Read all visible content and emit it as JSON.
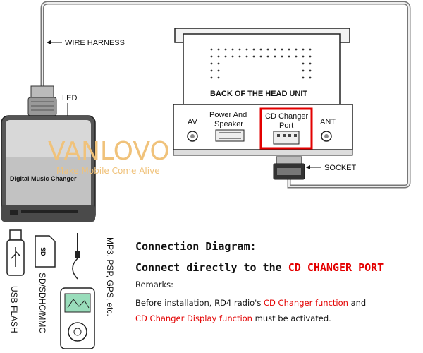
{
  "labels": {
    "wire_harness": "WIRE HARNESS",
    "led": "LED",
    "back_head_unit": "BACK OF THE HEAD UNIT",
    "av": "AV",
    "power_speaker_1": "Power And",
    "power_speaker_2": "Speaker",
    "cd_port_1": "CD Changer",
    "cd_port_2": "Port",
    "ant": "ANT",
    "socket": "SOCKET",
    "device_name": "Digital Music Changer",
    "watermark_brand": "VANLOVO",
    "watermark_tagline": "Make Mobile Come Alive",
    "usb_flash": "USB FLASH",
    "sd_media": "SD/SDHC/MMC",
    "mp3_players": "MP3, PSP, GPS, etc.",
    "sd_card_text": "SD"
  },
  "connection": {
    "title": "Connection Diagram:",
    "line_prefix": "Connect directly to the ",
    "line_highlight": "CD CHANGER PORT",
    "remarks_label": "Remarks:",
    "remark_1": "Before installation, RD4 radio's ",
    "remark_hl1": "CD Changer function",
    "remark_2": " and",
    "remark_hl2": "CD Changer Display function",
    "remark_3": " must be activated."
  },
  "colors": {
    "highlight": "#e30000",
    "watermark": "#f0c27a"
  }
}
